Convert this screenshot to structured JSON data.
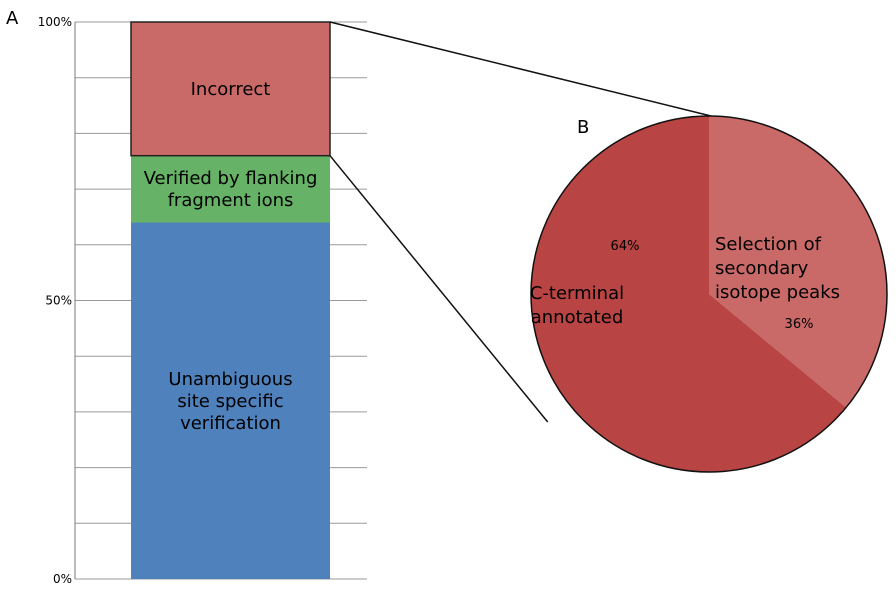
{
  "chart_data": [
    {
      "type": "bar",
      "panel": "A",
      "stacked": true,
      "ylim": [
        0,
        100
      ],
      "yticks": [
        "0%",
        "50%",
        "100%"
      ],
      "grid": true,
      "segments": [
        {
          "name": "unambiguous",
          "label_lines": [
            "Unambiguous",
            "site specific",
            "verification"
          ],
          "value": 64,
          "color": "#4f81bd"
        },
        {
          "name": "flanking",
          "label_lines": [
            "Verified by flanking",
            "fragment ions"
          ],
          "value": 12,
          "color": "#66b266"
        },
        {
          "name": "incorrect",
          "label_lines": [
            "Incorrect"
          ],
          "value": 24,
          "color": "#c96a69"
        }
      ]
    },
    {
      "type": "pie",
      "panel": "B",
      "slices": [
        {
          "name": "secondary",
          "label_lines": [
            "Selection of",
            "secondary",
            "isotope peaks"
          ],
          "value": 36,
          "pct_label": "36%",
          "color": "#c96a69"
        },
        {
          "name": "cterminal",
          "label_lines": [
            "C-terminal",
            "annotated"
          ],
          "value": 64,
          "pct_label": "64%",
          "color": "#b84444"
        }
      ]
    }
  ]
}
